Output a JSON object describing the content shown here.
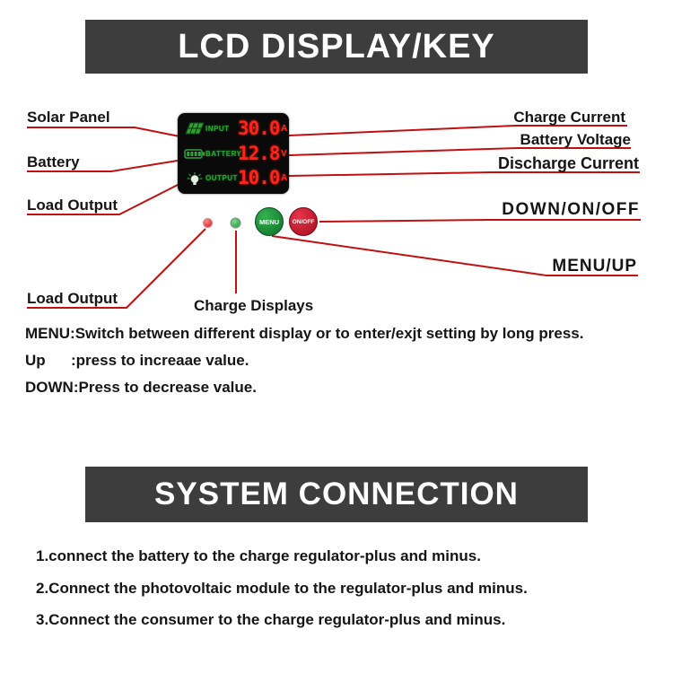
{
  "banners": {
    "lcd": "LCD DISPLAY/KEY",
    "system": "SYSTEM CONNECTION"
  },
  "diagram": {
    "labels_left": [
      {
        "text": "Solar Panel"
      },
      {
        "text": "Battery"
      },
      {
        "text": "Load Output"
      },
      {
        "text": "Load Output"
      }
    ],
    "labels_right": [
      {
        "text": "Charge Current"
      },
      {
        "text": "Battery Voltage"
      },
      {
        "text": "Discharge Current"
      },
      {
        "text": "DOWN/ON/OFF"
      },
      {
        "text": "MENU/UP"
      }
    ],
    "charge_displays_label": "Charge Displays",
    "lcd_panel": {
      "rows": [
        {
          "icon": "solar-panel",
          "label": "INPUT",
          "value": "30.0",
          "unit": "A"
        },
        {
          "icon": "battery",
          "label": "BATTERY",
          "value": "12.8",
          "unit": "V"
        },
        {
          "icon": "lamp",
          "label": "OUTPUT",
          "value": "10.0",
          "unit": "A"
        }
      ]
    },
    "buttons": {
      "menu": "MENU",
      "onoff": "ON/OFF"
    }
  },
  "instructions": [
    "MENU:Switch between different display or to enter/exjt setting by long press.",
    "Up      :press to increaae value.",
    "DOWN:Press to decrease value."
  ],
  "connections": [
    "1.connect the battery to the charge regulator-plus and minus.",
    "2.Connect the photovoltaic module to the regulator-plus and minus.",
    "3.Connect the consumer to the charge regulator-plus and minus."
  ],
  "colors": {
    "banner_bg": "#3d3d3d",
    "connector_red": "#c01010",
    "lcd_digit_red": "#ff2419",
    "lcd_green": "#2ea23a",
    "menu_button_green": "#0e6e29",
    "onoff_button_red": "#a30d1e"
  }
}
